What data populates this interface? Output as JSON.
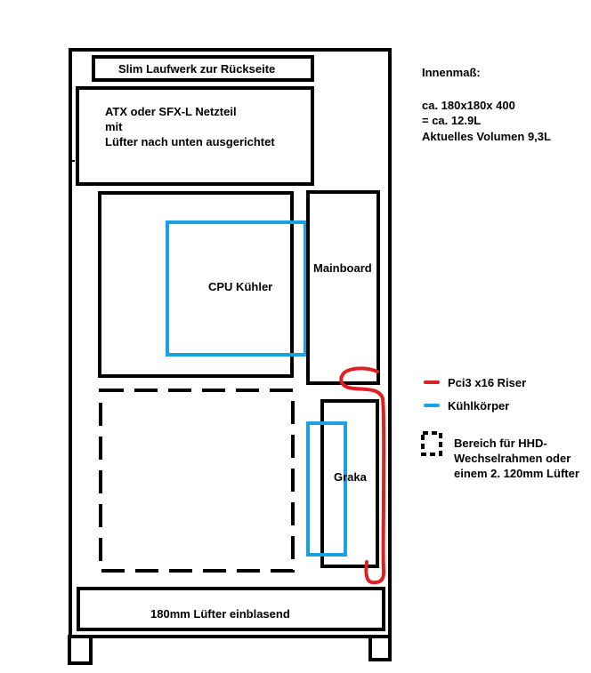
{
  "colors": {
    "outline": "#000000",
    "heatsink": "#1ba1e2",
    "riser": "#e02020",
    "background": "#ffffff"
  },
  "components": {
    "slim_drive": "Slim Laufwerk zur Rückseite",
    "psu": "ATX oder SFX-L Netzteil\nmit\nLüfter nach unten ausgerichtet",
    "cpu_cooler": "CPU Kühler",
    "mainboard": "Mainboard",
    "gpu": "Graka",
    "bottom_fan": "180mm Lüfter einblasend"
  },
  "dimensions": {
    "title": "Innenmaß:",
    "size": "ca. 180x180x 400",
    "volume": "= ca. 12.9L",
    "current_volume": "Aktuelles Volumen 9,3L"
  },
  "legend": [
    {
      "label": "Pci3 x16 Riser",
      "symbol": "red-line"
    },
    {
      "label": "Kühlkörper",
      "symbol": "blue-line"
    },
    {
      "label": "Bereich für HHD-\nWechselrahmen oder\neinem 2. 120mm Lüfter",
      "symbol": "dashed-box"
    }
  ]
}
